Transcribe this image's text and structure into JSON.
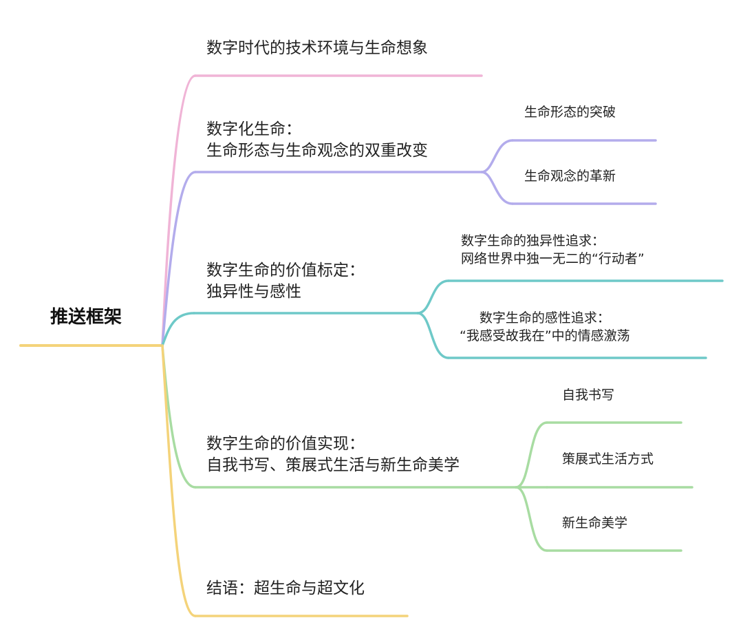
{
  "root": {
    "label": "推送框架",
    "color": "#f4d37a"
  },
  "branches": [
    {
      "lines": [
        "数字时代的技术环境与生命想象"
      ],
      "color": "#f0b4d6",
      "children": []
    },
    {
      "lines": [
        "数字化生命：",
        "生命形态与生命观念的双重改变"
      ],
      "color": "#b3acec",
      "children": [
        {
          "lines": [
            "生命形态的突破"
          ]
        },
        {
          "lines": [
            "生命观念的革新"
          ]
        }
      ]
    },
    {
      "lines": [
        "数字生命的价值标定：",
        "独异性与感性"
      ],
      "color": "#6ec9c8",
      "children": [
        {
          "lines": [
            "数字生命的独异性追求：",
            "网络世界中独一无二的“行动者”"
          ]
        },
        {
          "lines": [
            "数字生命的感性追求：",
            "“我感受故我在”中的情感激荡"
          ]
        }
      ]
    },
    {
      "lines": [
        "数字生命的价值实现：",
        "自我书写、策展式生活与新生命美学"
      ],
      "color": "#a8dca2",
      "children": [
        {
          "lines": [
            "自我书写"
          ]
        },
        {
          "lines": [
            "策展式生活方式"
          ]
        },
        {
          "lines": [
            "新生命美学"
          ]
        }
      ]
    },
    {
      "lines": [
        "结语：超生命与超文化"
      ],
      "color": "#f4d37a",
      "children": []
    }
  ]
}
